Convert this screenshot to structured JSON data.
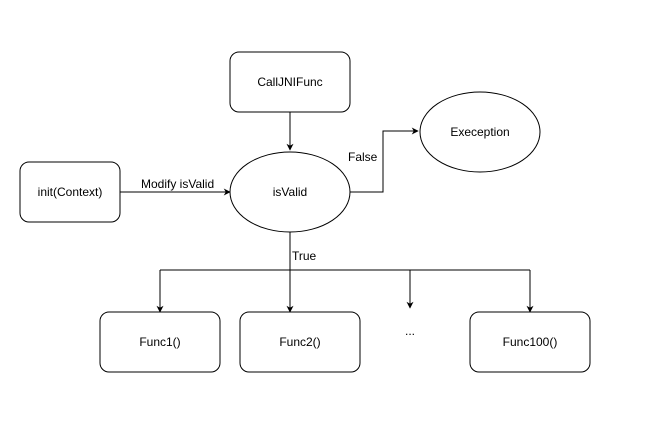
{
  "colors": {
    "stroke": "#000000",
    "fill": "#ffffff",
    "background": "#ffffff"
  },
  "nodes": {
    "call_jni_func": "CallJNIFunc",
    "is_valid": "isValid",
    "exception": "Exeception",
    "init_context": "init(Context)",
    "func1": "Func1()",
    "func2": "Func2()",
    "ellipsis": "...",
    "func100": "Func100()"
  },
  "edges": {
    "modify": "Modify isValid",
    "false_label": "False",
    "true_label": "True"
  }
}
